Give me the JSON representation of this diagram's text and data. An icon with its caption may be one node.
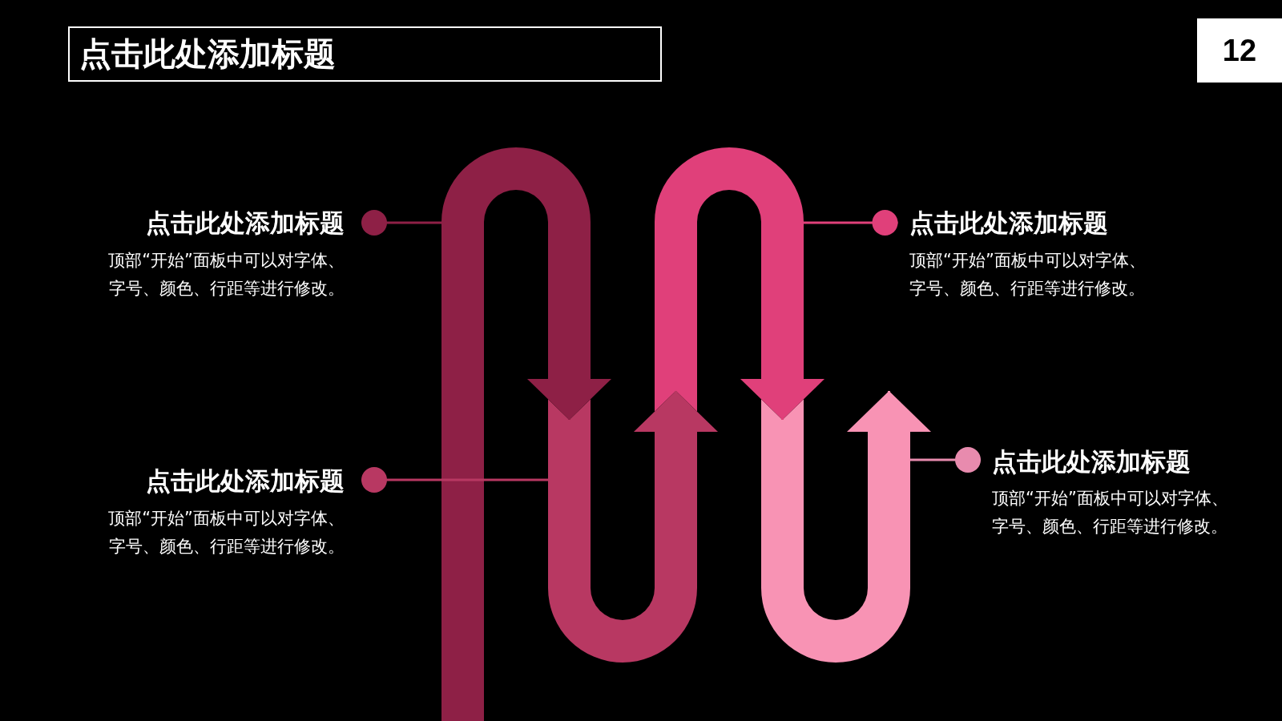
{
  "diagram": {
    "title": "点击此处添加标题",
    "nodes": [
      {
        "text": [
          "点击此处添加标题",
          "顶部“开始”面板中可以对字体、字号、颜色、行距等进行修改。"
        ]
      },
      {
        "text": [
          "点击此处添加标题",
          "顶部“开始”面板中可以对字体、字号、颜色、行距等进行修改。"
        ]
      },
      {
        "text": [
          "点击此处添加标题",
          "顶部“开始”面板中可以对字体、字号、颜色、行距等进行修改。"
        ]
      },
      {
        "text": [
          "点击此处添加标题",
          "顶部“开始”面板中可以对字体、字号、颜色、行距等进行修改。"
        ]
      },
      {
        "text": [],
        "shape": "band"
      },
      {
        "text": [],
        "shape": "band"
      },
      {
        "text": [],
        "shape": "band"
      },
      {
        "text": [],
        "shape": "band"
      }
    ],
    "edges": [
      {
        "from": 0,
        "to": 4,
        "arrow": "other",
        "color": "#8e2046"
      },
      {
        "from": 1,
        "to": 6,
        "arrow": "other",
        "color": "#e0407a"
      },
      {
        "from": 2,
        "to": 5,
        "arrow": "other",
        "color": "#b83862"
      },
      {
        "from": 3,
        "to": 7,
        "arrow": "other",
        "color": "#e88bae"
      },
      {
        "from": 4,
        "to": 5,
        "arrow": "to",
        "color": "#8e2046"
      },
      {
        "from": 5,
        "to": 6,
        "arrow": "to",
        "color": "#b83862"
      },
      {
        "from": 6,
        "to": 7,
        "arrow": "to",
        "color": "#e0407a"
      },
      {
        "from": 7,
        "to": null,
        "arrow": "to",
        "color": "#f893b4"
      }
    ],
    "labels": [
      "12"
    ]
  }
}
